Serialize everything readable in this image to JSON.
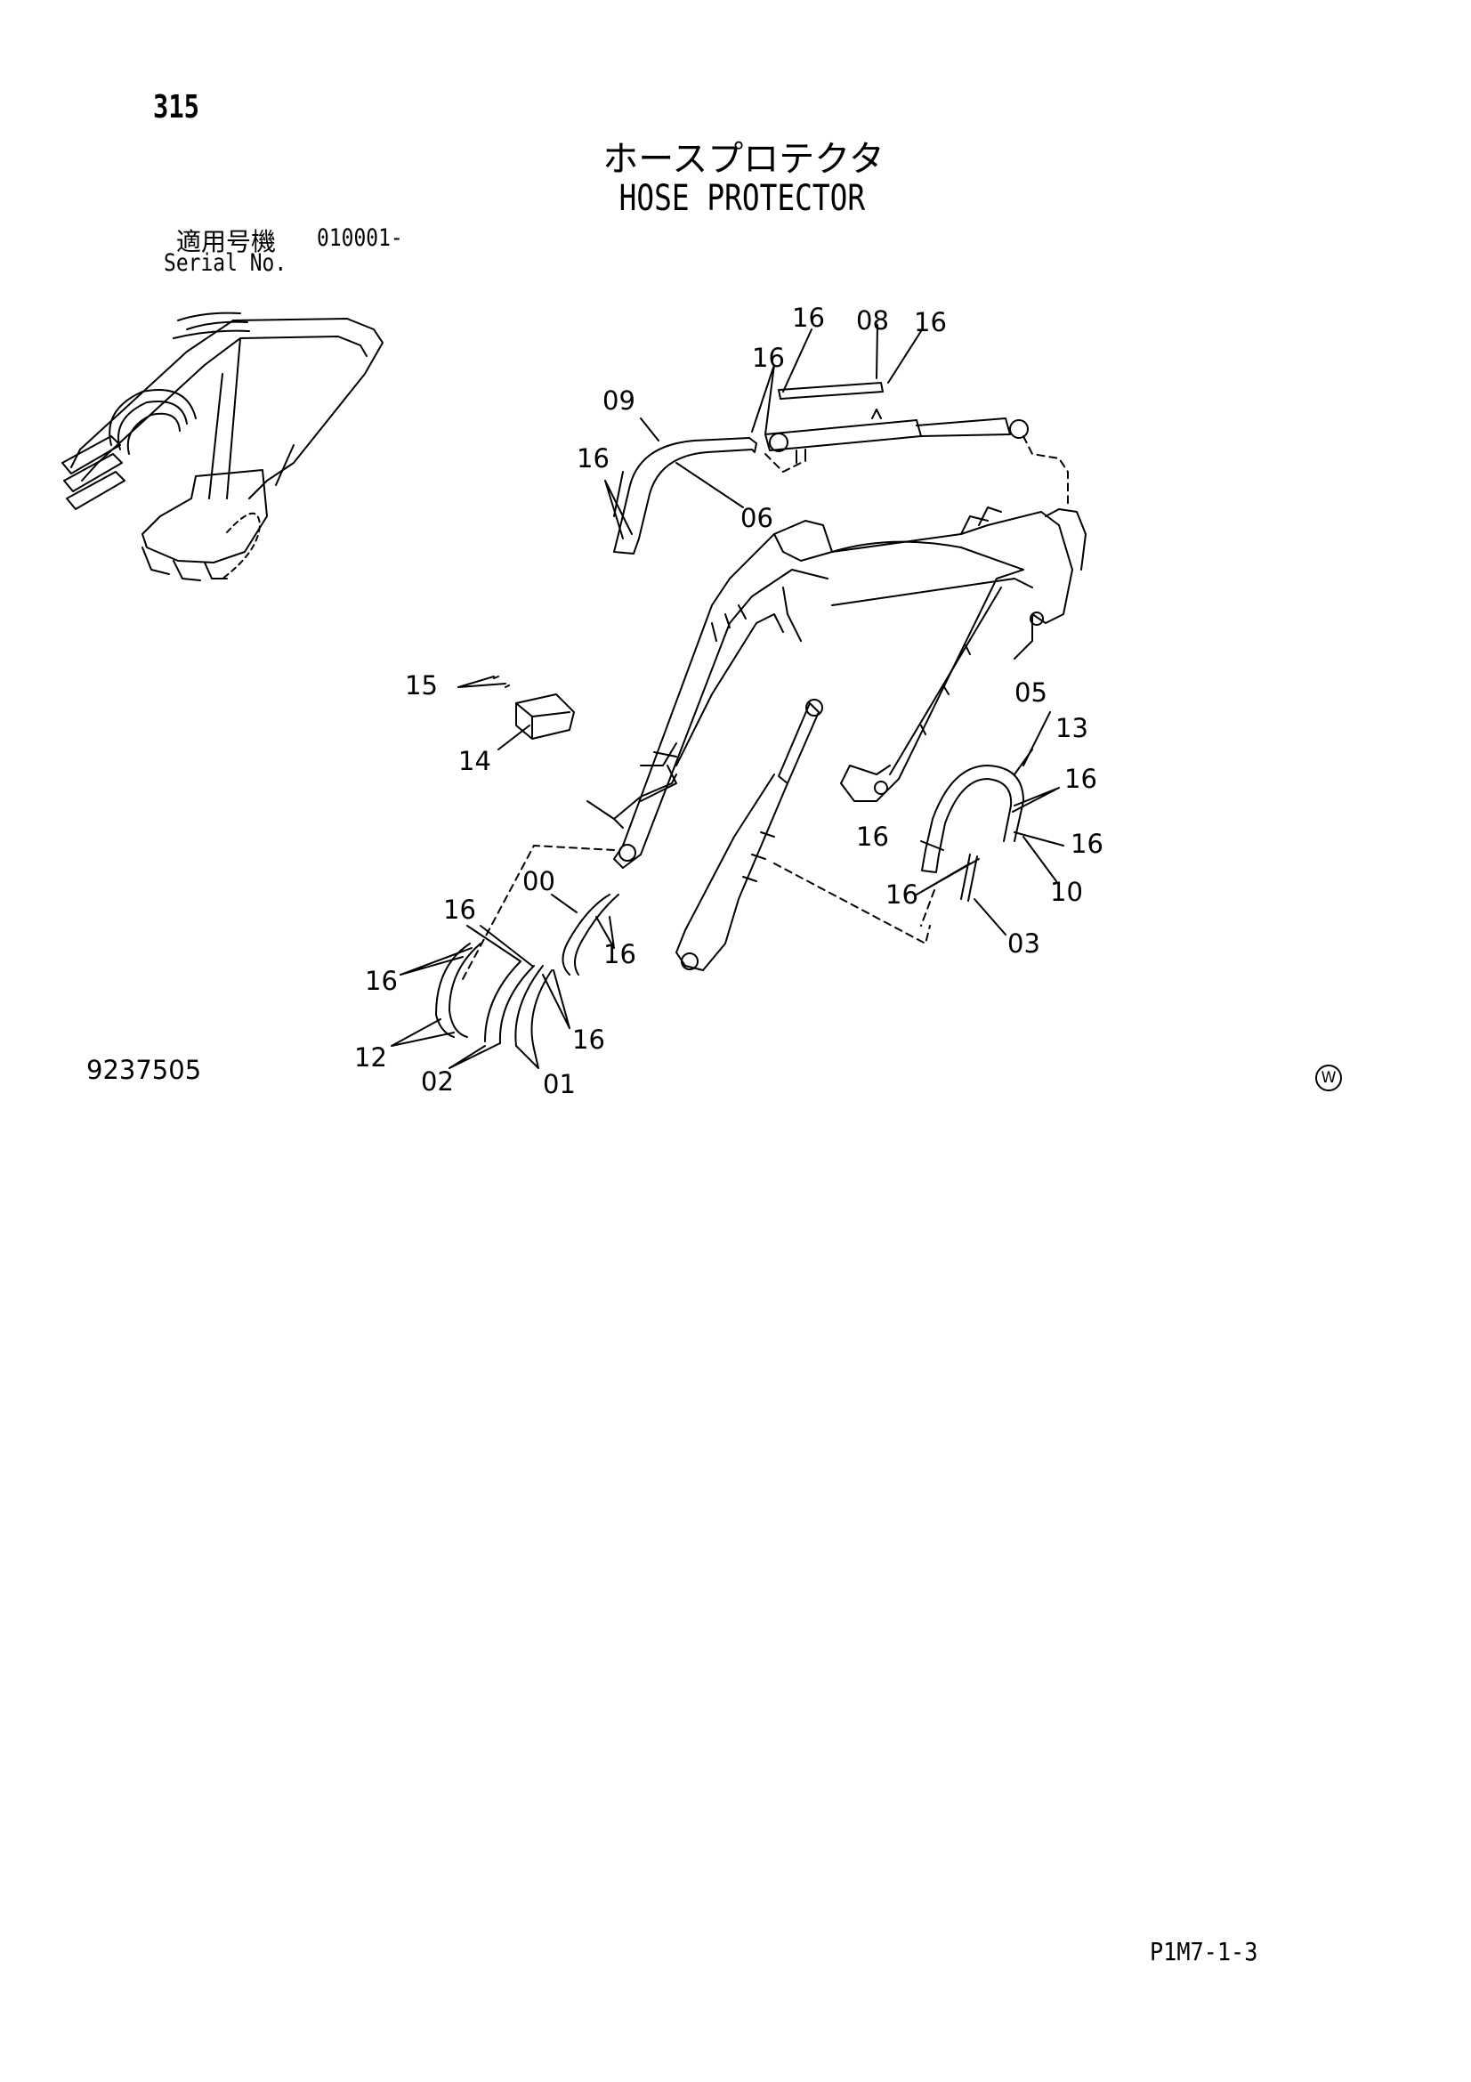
{
  "header": {
    "page_number": "315",
    "title_jp": "ホースプロテクタ",
    "title_en": "HOSE PROTECTOR",
    "serial_label_jp": "適用号機",
    "serial_value": "010001-",
    "serial_label_en": "Serial No."
  },
  "callouts": [
    {
      "id": "c-16-a",
      "text": "16"
    },
    {
      "id": "c-08",
      "text": "08"
    },
    {
      "id": "c-16-b",
      "text": "16"
    },
    {
      "id": "c-16-c",
      "text": "16"
    },
    {
      "id": "c-09",
      "text": "09"
    },
    {
      "id": "c-16-d",
      "text": "16"
    },
    {
      "id": "c-06",
      "text": "06"
    },
    {
      "id": "c-15",
      "text": "15"
    },
    {
      "id": "c-14",
      "text": "14"
    },
    {
      "id": "c-05",
      "text": "05"
    },
    {
      "id": "c-13",
      "text": "13"
    },
    {
      "id": "c-16-e",
      "text": "16"
    },
    {
      "id": "c-16-f",
      "text": "16"
    },
    {
      "id": "c-16-g",
      "text": "16"
    },
    {
      "id": "c-10",
      "text": "10"
    },
    {
      "id": "c-16-h",
      "text": "16"
    },
    {
      "id": "c-03",
      "text": "03"
    },
    {
      "id": "c-00",
      "text": "00"
    },
    {
      "id": "c-16-i",
      "text": "16"
    },
    {
      "id": "c-16-j",
      "text": "16"
    },
    {
      "id": "c-16-k",
      "text": "16"
    },
    {
      "id": "c-16-l",
      "text": "16"
    },
    {
      "id": "c-12",
      "text": "12"
    },
    {
      "id": "c-02",
      "text": "02"
    },
    {
      "id": "c-01",
      "text": "01"
    }
  ],
  "footer": {
    "drawing_number": "9237505",
    "copyright_mark": "W",
    "page_code": "P1M7-1-3"
  }
}
